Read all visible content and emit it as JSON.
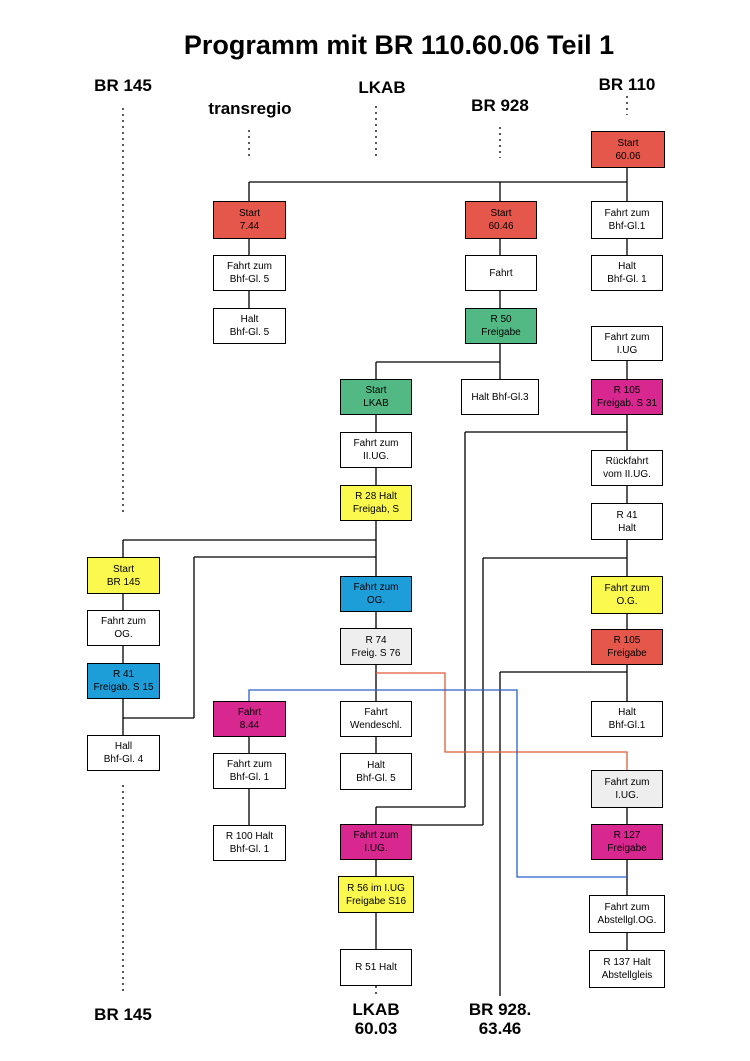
{
  "title": "Programm mit BR 110.60.06 Teil 1",
  "colors": {
    "red": "#e5574b",
    "green": "#52b985",
    "yellow": "#fbf94e",
    "blue": "#1e9ed8",
    "magenta": "#d8278f",
    "lightgray": "#eeeeee",
    "white": "#ffffff",
    "orange_line": "#e05a3a",
    "blue_line": "#2a5fc8"
  },
  "headers": {
    "br145_top": "BR 145",
    "transregio": "transregio",
    "lkab_top": "LKAB",
    "br928_top": "BR 928",
    "br110_top": "BR 110",
    "br145_bottom": "BR 145",
    "lkab_bottom_1": "LKAB",
    "lkab_bottom_2": "60.03",
    "br928_bottom_1": "BR 928.",
    "br928_bottom_2": "63.46"
  },
  "boxes": {
    "start_6006": {
      "line1": "Start",
      "line2": "60.06",
      "color": "red"
    },
    "fahrt_bhf_gl1": {
      "line1": "Fahrt zum",
      "line2": "Bhf-Gl.1",
      "color": "white"
    },
    "halt_bhf_gl1": {
      "line1": "Halt",
      "line2": "Bhf-Gl. 1",
      "color": "white"
    },
    "fahrt_iug_a": {
      "line1": "Fahrt zum",
      "line2": "I.UG",
      "color": "white"
    },
    "r105_freigab_s31": {
      "line1": "R 105",
      "line2": "Freigab. S 31",
      "color": "magenta"
    },
    "rueckfahrt_iiug": {
      "line1": "Rückfahrt",
      "line2": "vom II.UG.",
      "color": "white"
    },
    "r41_halt": {
      "line1": "R 41",
      "line2": "Halt",
      "color": "white"
    },
    "fahrt_og_b": {
      "line1": "Fahrt zum",
      "line2": "O.G.",
      "color": "yellow"
    },
    "r105_freigabe": {
      "line1": "R 105",
      "line2": "Freigabe",
      "color": "red"
    },
    "halt_bhf_gl1_b": {
      "line1": "Halt",
      "line2": "Bhf-Gl.1",
      "color": "white"
    },
    "fahrt_iug_c": {
      "line1": "Fahrt zum",
      "line2": "I.UG.",
      "color": "lightgray"
    },
    "r127_freigabe": {
      "line1": "R 127",
      "line2": "Freigabe",
      "color": "magenta"
    },
    "fahrt_abstellgl": {
      "line1": "Fahrt zum",
      "line2": "Abstellgl.OG.",
      "color": "white"
    },
    "r137_halt": {
      "line1": "R 137 Halt",
      "line2": "Abstellgleis",
      "color": "white"
    },
    "start_6046": {
      "line1": "Start",
      "line2": "60.46",
      "color": "red"
    },
    "fahrt": {
      "line1": "Fahrt",
      "line2": "",
      "color": "white"
    },
    "r50_freigabe": {
      "line1": "R 50",
      "line2": "Freigabe",
      "color": "green"
    },
    "halt_bhf_gl3": {
      "line1": "Halt Bhf-Gl.3",
      "line2": "",
      "color": "white"
    },
    "start_744": {
      "line1": "Start",
      "line2": "7.44",
      "color": "red"
    },
    "fahrt_bhf_gl5": {
      "line1": "Fahrt zum",
      "line2": "Bhf-Gl. 5",
      "color": "white"
    },
    "halt_bhf_gl5": {
      "line1": "Halt",
      "line2": "Bhf-Gl. 5",
      "color": "white"
    },
    "start_lkab": {
      "line1": "Start",
      "line2": "LKAB",
      "color": "green"
    },
    "fahrt_iiug": {
      "line1": "Fahrt zum",
      "line2": "II.UG.",
      "color": "white"
    },
    "r28_halt": {
      "line1": "R 28 Halt",
      "line2": "Freigab, S",
      "color": "yellow"
    },
    "fahrt_og_blue": {
      "line1": "Fahrt zum",
      "line2": "OG.",
      "color": "blue"
    },
    "r74_freig": {
      "line1": "R 74",
      "line2": "Freig. S 76",
      "color": "lightgray"
    },
    "fahrt_wendeschl": {
      "line1": "Fahrt",
      "line2": "Wendeschl.",
      "color": "white"
    },
    "halt_bhf_gl5_b": {
      "line1": "Halt",
      "line2": "Bhf-Gl. 5",
      "color": "white"
    },
    "fahrt_iug_d": {
      "line1": "Fahrt zum",
      "line2": "I.UG.",
      "color": "magenta"
    },
    "r56_iug": {
      "line1": "R 56 im I.UG",
      "line2": "Freigabe S16",
      "color": "yellow"
    },
    "r51_halt": {
      "line1": "R 51 Halt",
      "line2": "",
      "color": "white"
    },
    "start_br145": {
      "line1": "Start",
      "line2": "BR 145",
      "color": "yellow"
    },
    "fahrt_og_a": {
      "line1": "Fahrt zum",
      "line2": "OG.",
      "color": "white"
    },
    "r41_freigab_s15": {
      "line1": "R 41",
      "line2": "Freigab. S 15",
      "color": "blue"
    },
    "hall_bhf_gl4": {
      "line1": "Hall",
      "line2": "Bhf-Gl. 4",
      "color": "white"
    },
    "start_844": {
      "line1": "Fahrt",
      "line2": "8.44",
      "color": "magenta"
    },
    "fahrt_bhf_gl1_c": {
      "line1": "Fahrt zum",
      "line2": "Bhf-Gl. 1",
      "color": "white"
    },
    "r100_halt": {
      "line1": "R 100 Halt",
      "line2": "Bhf-Gl. 1",
      "color": "white"
    }
  }
}
